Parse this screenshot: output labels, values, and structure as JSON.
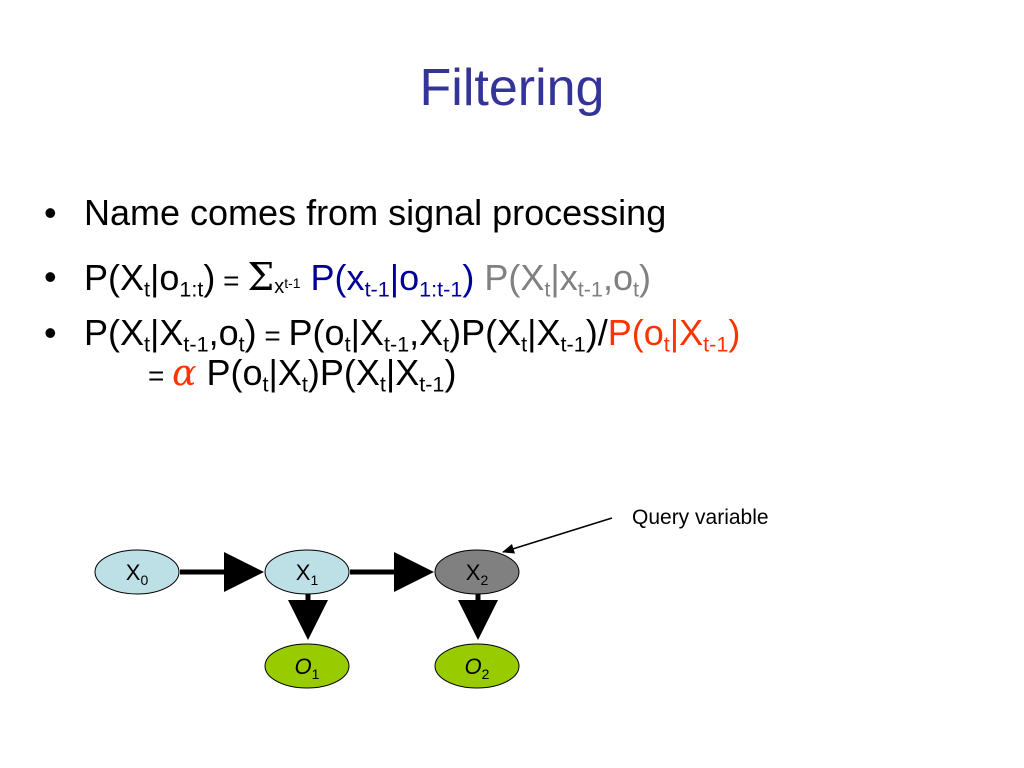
{
  "title": "Filtering",
  "bullet_symbol": "•",
  "colors": {
    "title": "#333399",
    "blue_term": "#000099",
    "gray_term": "#808080",
    "red_term": "#ff3300",
    "x0_fill": "#bde0e6",
    "x1_fill": "#bde0e6",
    "x2_fill": "#808080",
    "obs_fill": "#99cc00"
  },
  "bullets": [
    {
      "text": "Name comes from signal processing"
    }
  ],
  "eq1": {
    "lhs": "P(X",
    "lhs_sub_t": "t",
    "lhs_bar_o": "|o",
    "lhs_sub_range": "1:t",
    "lhs_close": ")",
    "equals": " = ",
    "sigma": "Σ",
    "sigma_sub_x": "x",
    "sigma_sub_range": "t-1",
    "blue_open": " P(x",
    "blue_sub_tm1": "t-1",
    "blue_bar_o": "|o",
    "blue_sub_range": "1:t-1",
    "blue_close": ")",
    "gray_open": " P(X",
    "gray_sub_t": "t",
    "gray_bar_x": "|x",
    "gray_sub_tm1": "t-1",
    "gray_comma_o": ",o",
    "gray_sub_t2": "t",
    "gray_close": ")"
  },
  "eq2": {
    "p1": "P(X",
    "s1": "t",
    "p2": "|X",
    "s2": "t-1",
    "p3": ",o",
    "s3": "t",
    "p4": ")",
    "equals": " = ",
    "p5": "P(o",
    "s5": "t",
    "p6": "|X",
    "s6": "t-1",
    "p7": ",X",
    "s7": "t",
    "p8": ")P(X",
    "s8": "t",
    "p9": "|X",
    "s9": "t-1",
    "p10": ")/",
    "red_p": "P(o",
    "red_s1": "t",
    "red_bar": "|X",
    "red_s2": "t-1",
    "red_close": ")"
  },
  "eq3": {
    "equals": "= ",
    "alpha": "α",
    "p1": " P(o",
    "s1": "t",
    "p2": "|X",
    "s2": "t",
    "p3": ")P(X",
    "s3": "t",
    "p4": "|X",
    "s4": "t-1",
    "p5": ")"
  },
  "diagram": {
    "query_label": "Query variable",
    "nodes": [
      {
        "base": "X",
        "sub": "0"
      },
      {
        "base": "X",
        "sub": "1"
      },
      {
        "base": "X",
        "sub": "2"
      },
      {
        "base": "O",
        "sub": "1"
      },
      {
        "base": "O",
        "sub": "2"
      }
    ]
  }
}
